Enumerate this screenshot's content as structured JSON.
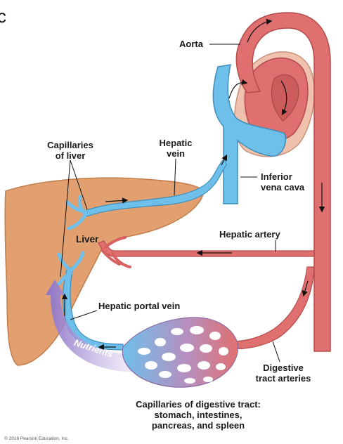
{
  "panel_letter": "c",
  "labels": {
    "aorta": "Aorta",
    "capillaries_liver_1": "Capillaries",
    "capillaries_liver_2": "of liver",
    "hepatic_vein_1": "Hepatic",
    "hepatic_vein_2": "vein",
    "inferior_vena_cava_1": "Inferior",
    "inferior_vena_cava_2": "vena cava",
    "liver": "Liver",
    "hepatic_artery": "Hepatic artery",
    "hepatic_portal_vein": "Hepatic portal vein",
    "nutrients": "Nutrients",
    "digestive_tract_arteries_1": "Digestive",
    "digestive_tract_arteries_2": "tract arteries",
    "caption_1": "Capillaries of digestive tract:",
    "caption_2": "stomach, intestines,",
    "caption_3": "pancreas, and spleen",
    "copyright": "© 2016 Pearson Education, Inc."
  },
  "colors": {
    "artery": "#e07070",
    "vein": "#6ec0ea",
    "liver": "#e2a070",
    "heart_outer": "#f0c2ae",
    "arrow": "#111111"
  }
}
